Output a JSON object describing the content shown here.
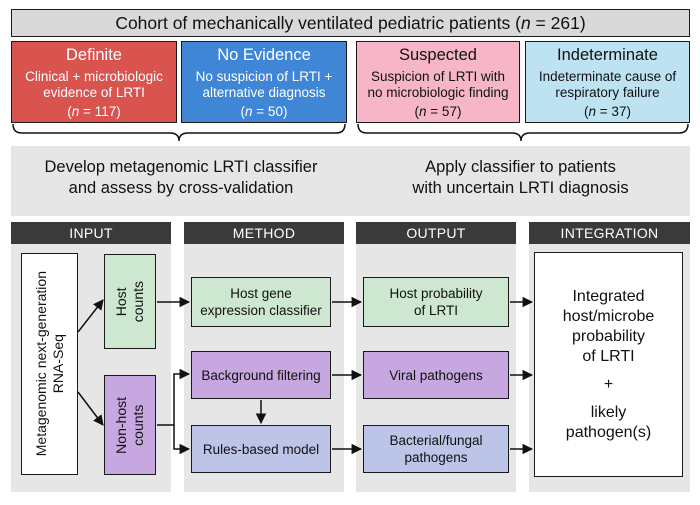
{
  "header": {
    "title_prefix": "Cohort of mechanically ventilated pediatric patients (",
    "n_symbol": "n",
    "title_suffix": " = 261)"
  },
  "categories": [
    {
      "title": "Definite",
      "line1": "Clinical + microbiologic",
      "line2": "evidence of LRTI",
      "n_value": " = 117)",
      "color": "#d9534f"
    },
    {
      "title": "No Evidence",
      "line1": "No suspicion of LRTI +",
      "line2": "alternative diagnosis",
      "n_value": " = 50)",
      "color": "#3f86d6"
    },
    {
      "title": "Suspected",
      "line1": "Suspicion of LRTI with",
      "line2": "no microbiologic finding",
      "n_value": " = 57)",
      "color": "#f6b6c8"
    },
    {
      "title": "Indeterminate",
      "line1": "Indeterminate cause of",
      "line2": "respiratory failure",
      "n_value": " = 37)",
      "color": "#bde2f2"
    }
  ],
  "n_open": "(",
  "n_symbol": "n",
  "develop": {
    "line1": "Develop metagenomic LRTI classifier",
    "line2": "and assess by cross-validation"
  },
  "apply": {
    "line1": "Apply classifier to patients",
    "line2": "with uncertain LRTI diagnosis"
  },
  "columns": {
    "input": "INPUT",
    "method": "METHOD",
    "output": "OUTPUT",
    "integration": "INTEGRATION"
  },
  "input": {
    "seq_line1": "Metagenomic next-generation",
    "seq_line2": "RNA-Seq",
    "host_line1": "Host",
    "host_line2": "counts",
    "nonhost_line1": "Non-host",
    "nonhost_line2": "counts"
  },
  "method": {
    "classifier_line1": "Host gene",
    "classifier_line2": "expression classifier",
    "filtering": "Background filtering",
    "rules": "Rules-based model"
  },
  "output": {
    "host_prob_line1": "Host probability",
    "host_prob_line2": "of LRTI",
    "viral": "Viral pathogens",
    "bact_line1": "Bacterial/fungal",
    "bact_line2": "pathogens"
  },
  "integration": {
    "line1": "Integrated",
    "line2": "host/microbe",
    "line3": "probability",
    "line4": "of LRTI",
    "plus": "+",
    "line5": "likely",
    "line6": "pathogen(s)"
  },
  "colors": {
    "header_bg": "#d9d9d9",
    "panel_bg": "#e6e6e6",
    "column_header_bg": "#3a3a3a",
    "host_green": "#cde7d0",
    "purple": "#c6a7df",
    "lavender": "#bcc4e8"
  }
}
